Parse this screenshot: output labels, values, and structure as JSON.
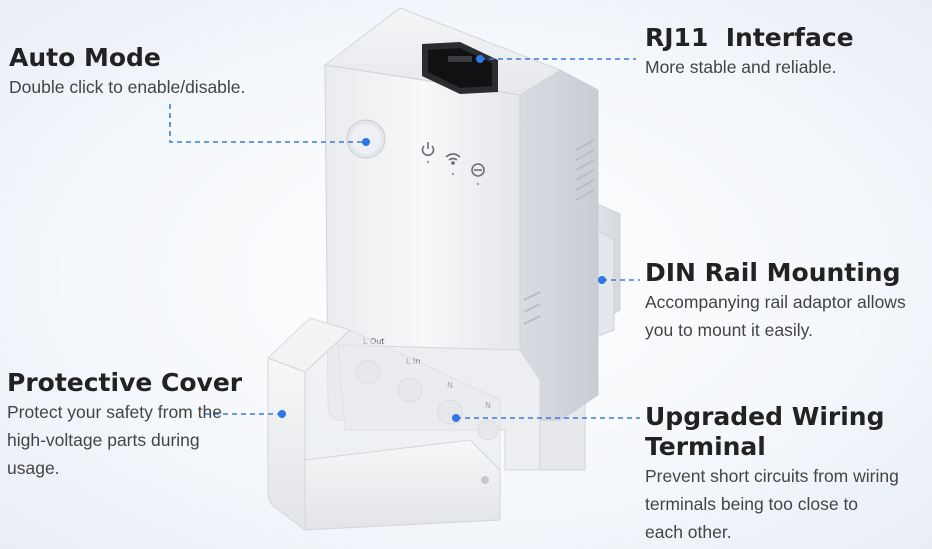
{
  "features": {
    "auto_mode": {
      "title": "Auto Mode",
      "desc": "Double click to enable/disable."
    },
    "rj11": {
      "title": "RJ11  Interface",
      "desc": "More stable and reliable."
    },
    "din_rail": {
      "title": "DIN Rail Mounting",
      "desc_line1": "Accompanying rail adaptor allows",
      "desc_line2": "you to mount it easily."
    },
    "protective_cover": {
      "title": "Protective Cover",
      "desc_line1": "Protect your safety from the",
      "desc_line2": "high-voltage parts during",
      "desc_line3": "usage."
    },
    "wiring": {
      "title_line1": "Upgraded Wiring",
      "title_line2": "Terminal",
      "desc_line1": "Prevent short circuits from wiring",
      "desc_line2": "terminals being too close to",
      "desc_line3": "each other."
    }
  },
  "device": {
    "terminal_labels": [
      "L Out",
      "L In",
      "N",
      "N"
    ]
  },
  "colors": {
    "leader_line": "#3a7be0",
    "leader_dot": "#2f76e6"
  }
}
